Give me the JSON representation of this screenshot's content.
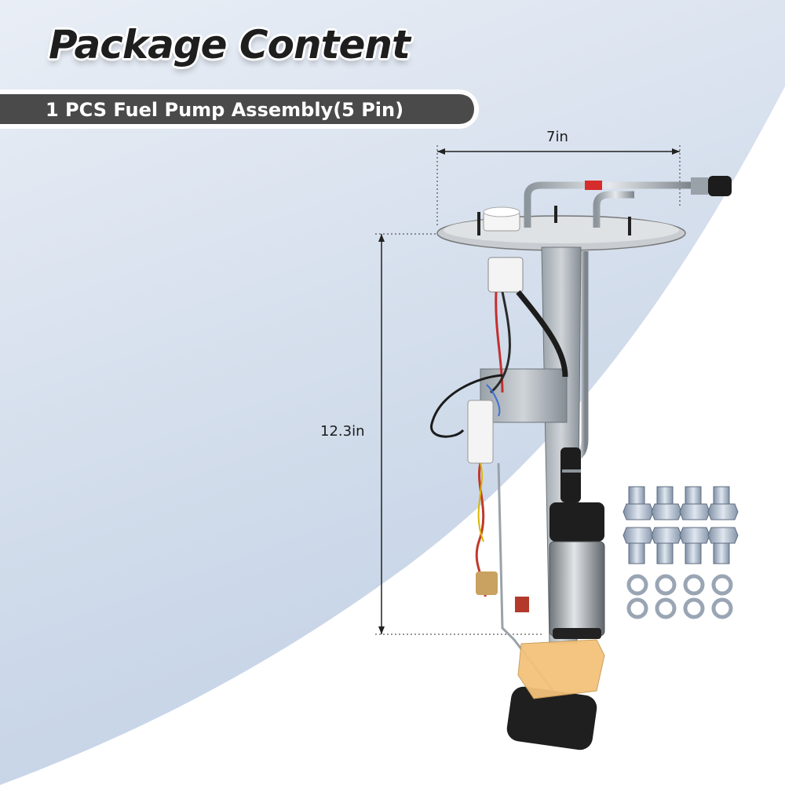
{
  "header": {
    "title": "Package Content",
    "subtitle": "1 PCS Fuel Pump Assembly(5 Pin)"
  },
  "dimensions": {
    "width_label": "7in",
    "height_label": "12.3in"
  },
  "colors": {
    "banner": "#4a4a4a",
    "title_text": "#1e1e1e",
    "banner_text": "#ffffff",
    "background_light": "#e9eef6",
    "background_blue": "#bccde3"
  },
  "icons": [
    "fuel-pump-assembly-image",
    "mounting-bolts-image",
    "lock-washers-image"
  ]
}
